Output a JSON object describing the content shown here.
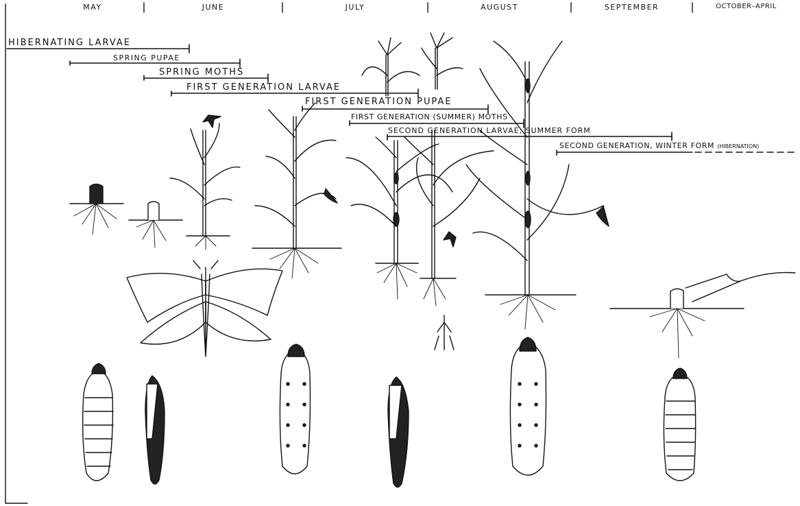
{
  "months": [
    "MAY",
    "JUNE",
    "JULY",
    "AUGUST",
    "SEPTEMBER",
    "OCTOBER–APRIL"
  ],
  "phases": {
    "hibernating_larvae": "HIBERNATING  LARVAE",
    "spring_pupae": "SPRING  PUPAE",
    "spring_moths": "SPRING  MOTHS",
    "first_gen_larvae": "FIRST  GENERATION  LARVAE",
    "first_gen_pupae": "FIRST  GENERATION  PUPAE",
    "first_gen_moths": "FIRST GENERATION (SUMMER) MOTHS",
    "second_gen_summer": "SECOND GENERATION  LARVAE,   SUMMER  FORM",
    "second_gen_winter_a": "SECOND GENERATION,  WINTER FORM ",
    "second_gen_winter_b": "(HIBERNATION)"
  },
  "colors": {
    "ink": "#111111",
    "background": "#ffffff"
  }
}
